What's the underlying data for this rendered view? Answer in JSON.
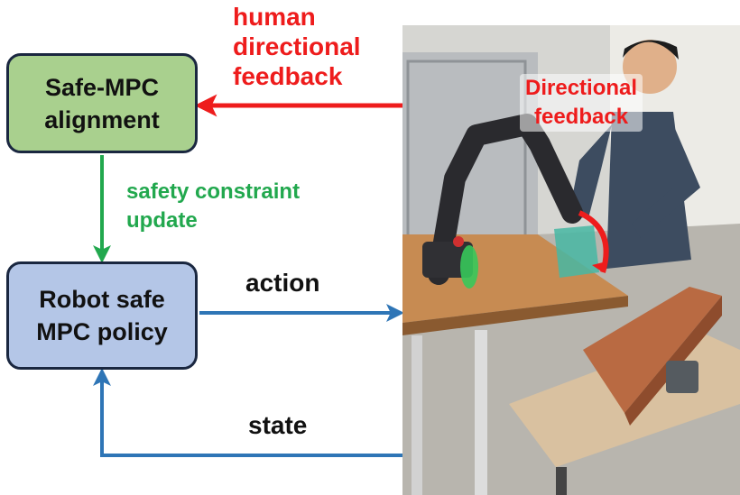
{
  "boxes": {
    "safe_mpc": {
      "line1": "Safe-MPC",
      "line2": "alignment",
      "color": "#a9d08e"
    },
    "robot_policy": {
      "line1": "Robot safe",
      "line2": "MPC policy",
      "color": "#b4c6e7"
    }
  },
  "labels": {
    "human_feedback": {
      "line1": "human",
      "line2": "directional",
      "line3": "feedback",
      "color": "#ee1c1c"
    },
    "safety_update": {
      "line1": "safety constraint",
      "line2": "update",
      "color": "#22a84e"
    },
    "action": "action",
    "state": "state",
    "photo_overlay": {
      "line1": "Directional",
      "line2": "feedback",
      "color": "#ee1c1c"
    }
  },
  "arrows": {
    "feedback_color": "#ee1c1c",
    "update_color": "#22a84e",
    "action_state_color": "#2e75b6"
  }
}
